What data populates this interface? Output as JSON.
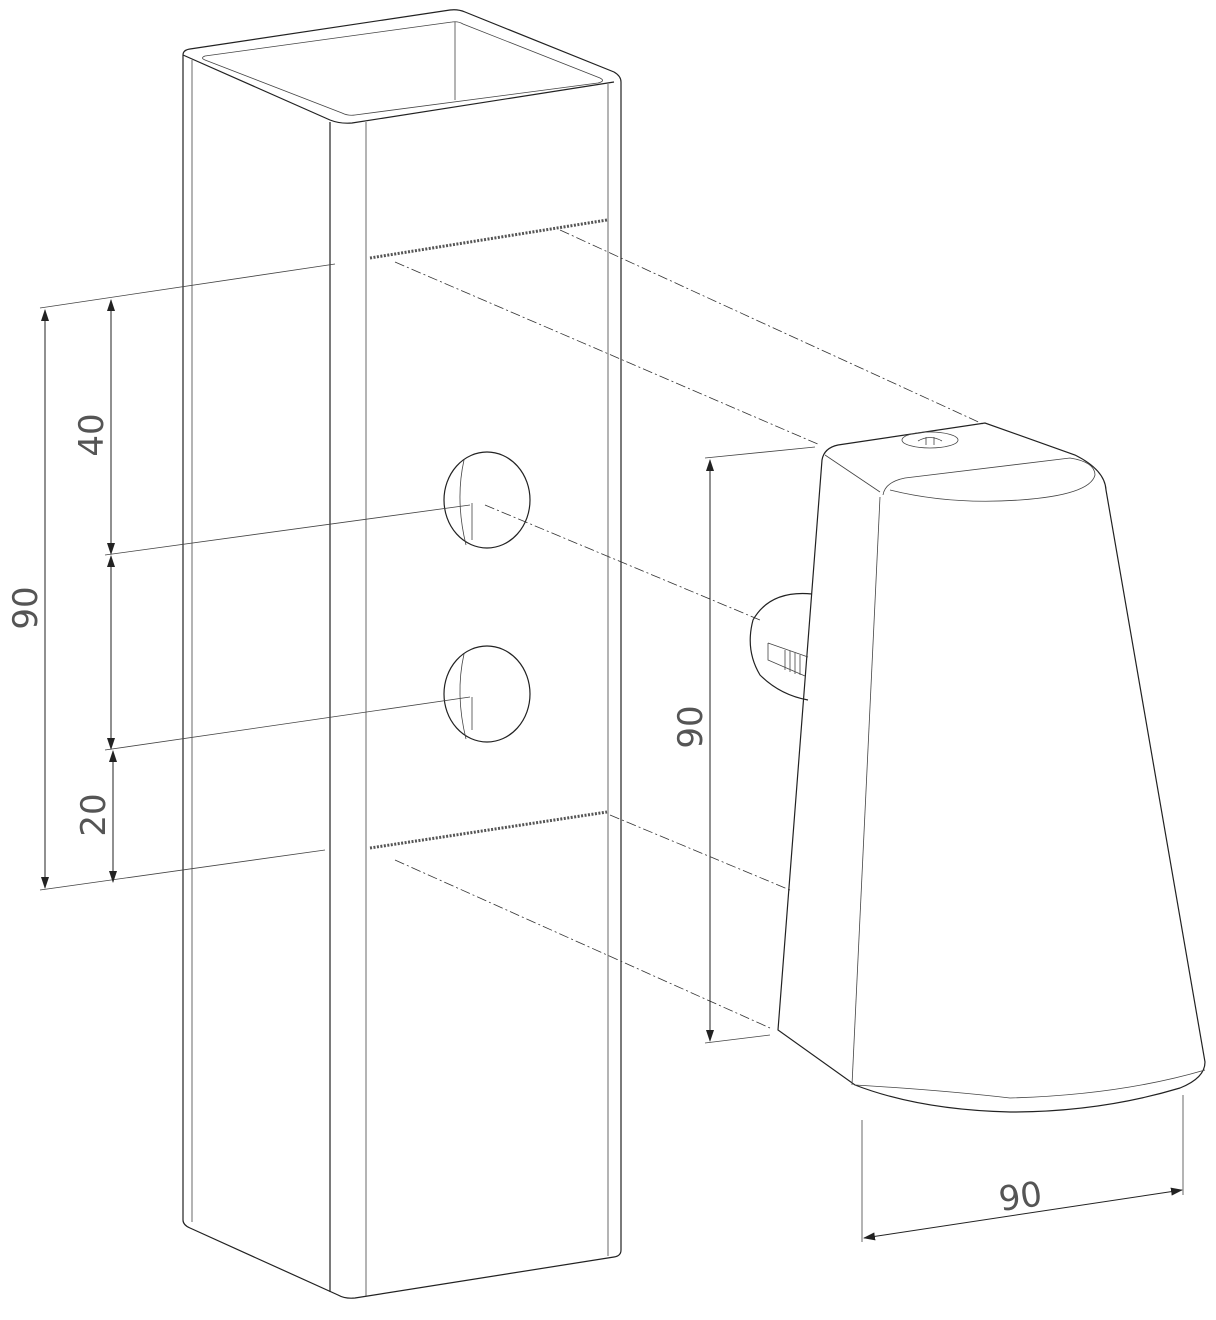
{
  "dimensions": {
    "post_total_height": "90",
    "post_top_offset": "40",
    "post_bottom_offset": "20",
    "cap_height": "90",
    "cap_width": "90"
  },
  "colors": {
    "line": "#222222",
    "label": "#555555",
    "background": "#ffffff"
  }
}
